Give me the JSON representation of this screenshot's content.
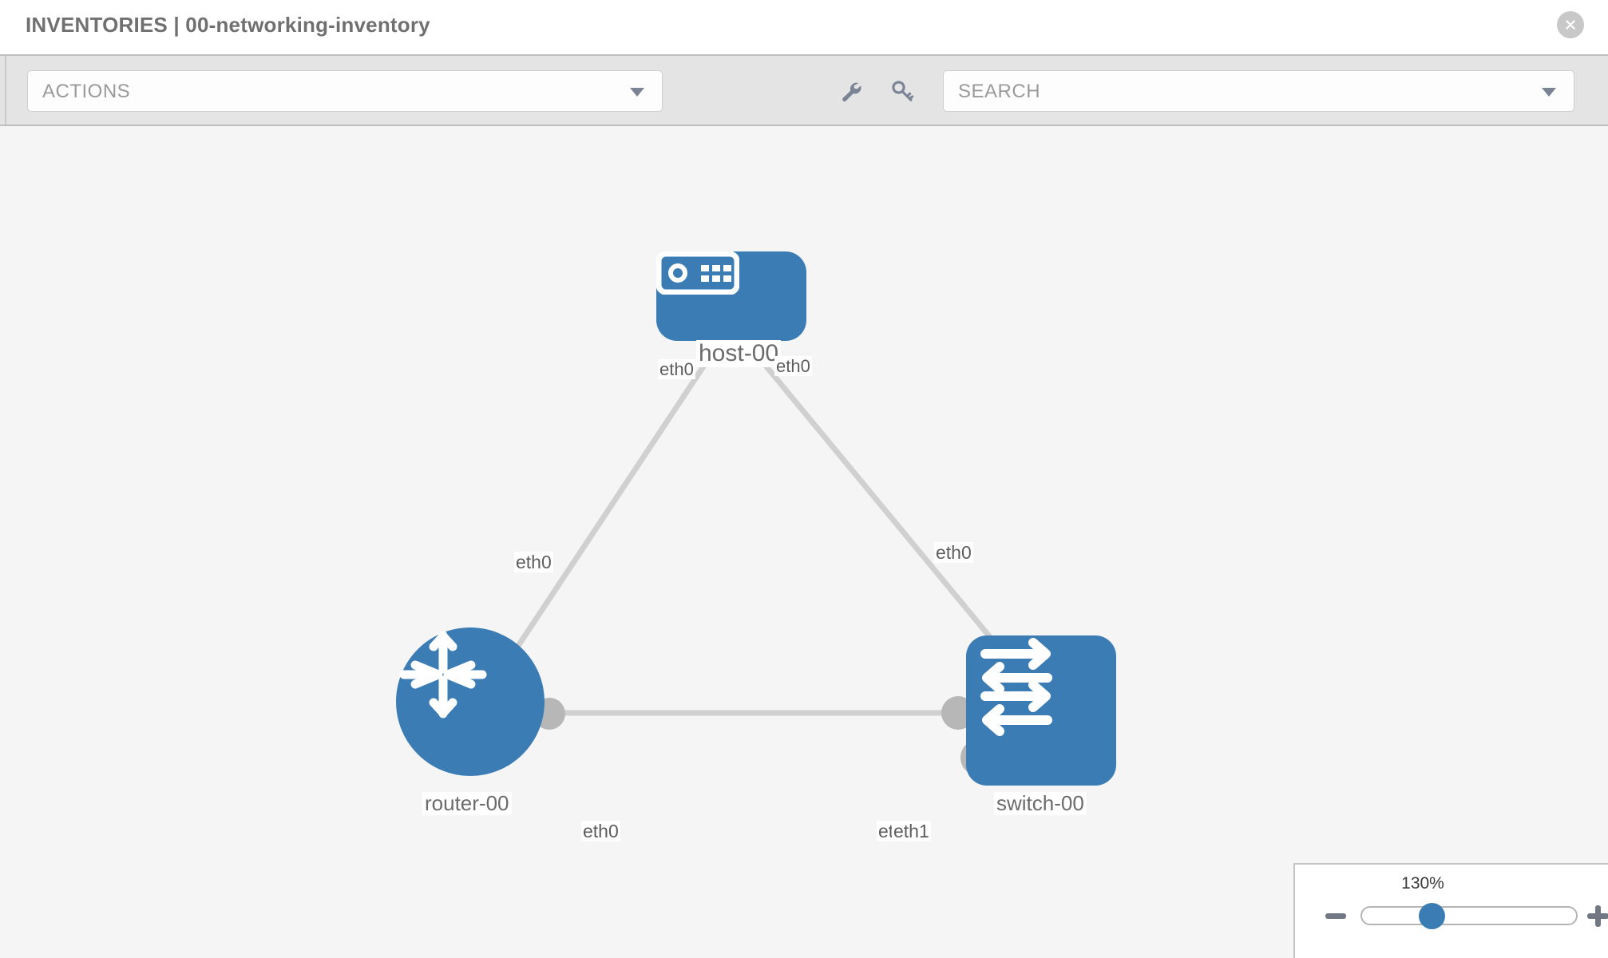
{
  "header": {
    "title": "INVENTORIES | 00-networking-inventory",
    "close_icon": "close-circle-icon"
  },
  "toolbar": {
    "actions_label": "ACTIONS",
    "actions_caret": "chevron-down-icon",
    "wrench_icon": "wrench-icon",
    "key_icon": "key-icon",
    "search_placeholder": "SEARCH",
    "search_caret": "chevron-down-icon"
  },
  "topology": {
    "nodes": [
      {
        "id": "host-00",
        "label": "host-00",
        "type": "host",
        "icon": "server-appliance-icon"
      },
      {
        "id": "router-00",
        "label": "router-00",
        "type": "router",
        "icon": "router-arrows-icon"
      },
      {
        "id": "switch-00",
        "label": "switch-00",
        "type": "switch",
        "icon": "switch-arrows-icon"
      }
    ],
    "edges": [
      {
        "from": "host-00",
        "to": "router-00",
        "from_interface": "eth0",
        "to_interface": "eth0"
      },
      {
        "from": "host-00",
        "to": "switch-00",
        "from_interface": "eth0",
        "to_interface": "eth0"
      },
      {
        "from": "router-00",
        "to": "switch-00",
        "from_interface": "eth0",
        "to_interface": "eth1"
      }
    ],
    "interface_labels": {
      "host_left": "eth0",
      "host_right": "eth0",
      "router_up": "eth0",
      "switch_up": "eth0",
      "router_right": "eth0",
      "switch_left_hidden": "eth0",
      "switch_left": "eth1"
    },
    "node_color": "#3b7cb5",
    "link_color": "#d0d0d0",
    "connector_color": "#b7b7b7"
  },
  "zoom": {
    "percent": "130%",
    "minus_label": "zoom-out",
    "plus_label": "zoom-in"
  }
}
